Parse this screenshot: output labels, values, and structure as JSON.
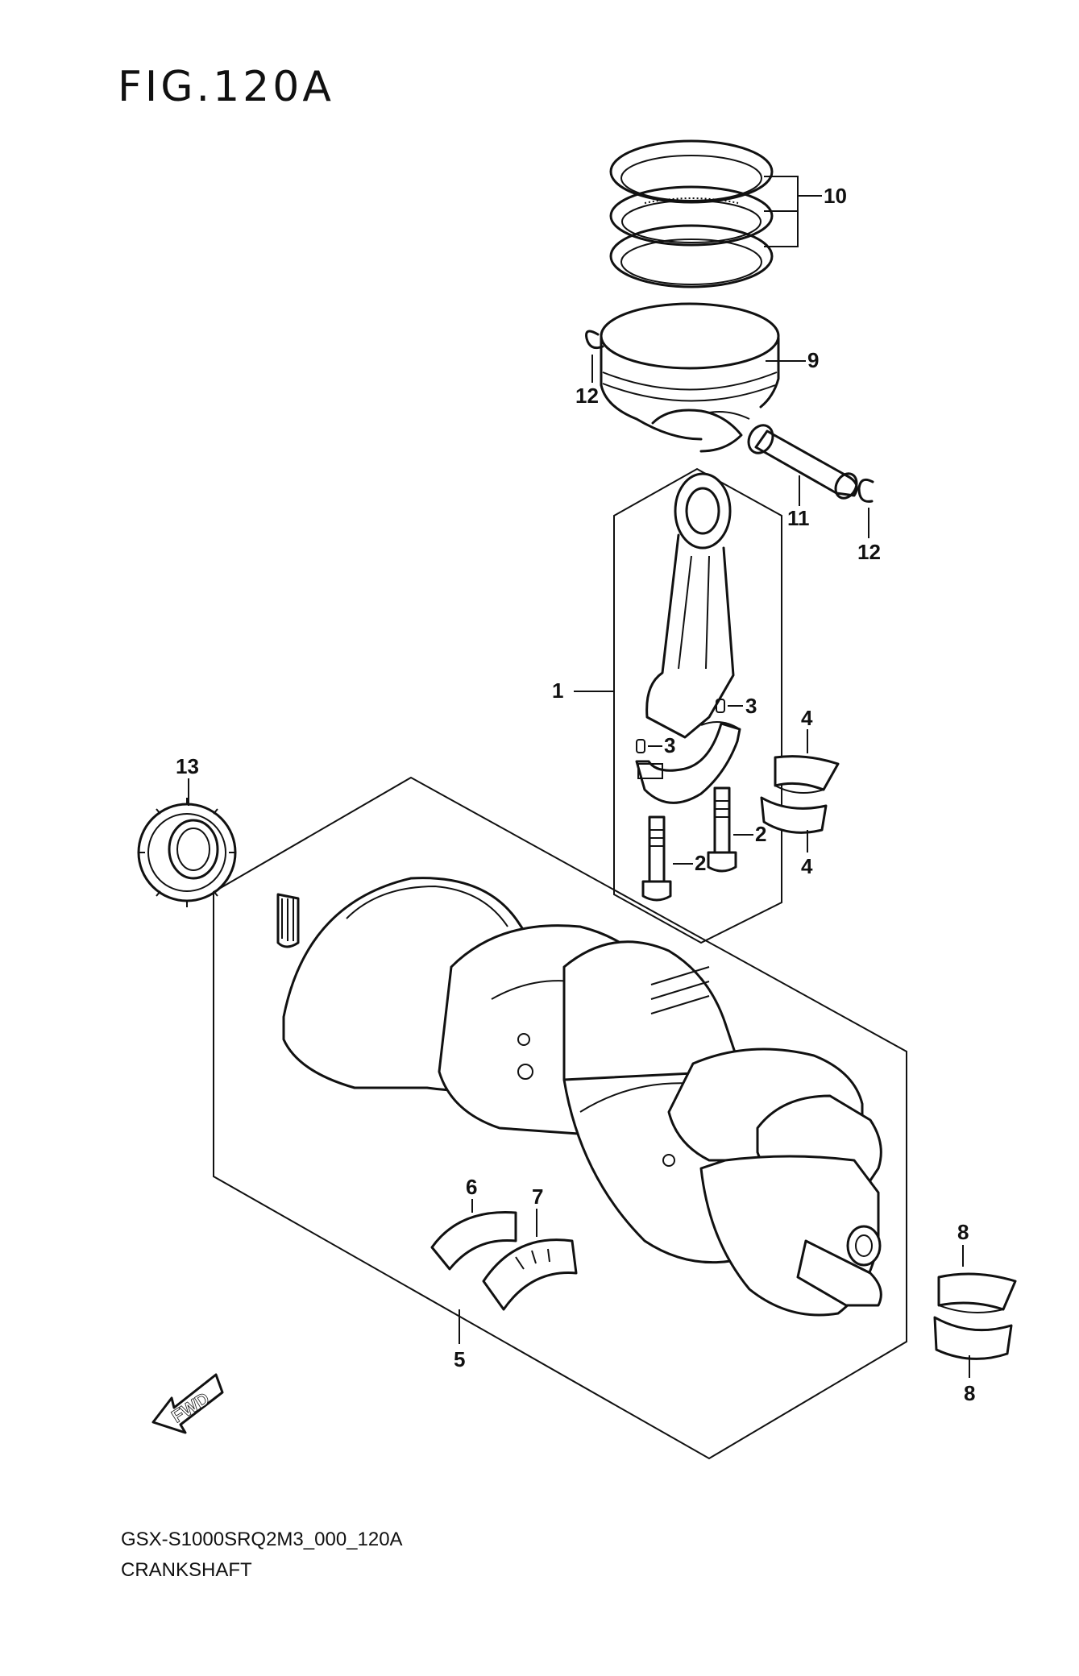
{
  "figure": {
    "title": "FIG.120A",
    "code": "GSX-S1000SRQ2M3_000_120A",
    "name": "CRANKSHAFT",
    "fwd_label": "FWD"
  },
  "callouts": [
    {
      "id": "c10",
      "label": "10"
    },
    {
      "id": "c9",
      "label": "9"
    },
    {
      "id": "c12a",
      "label": "12"
    },
    {
      "id": "c11",
      "label": "11"
    },
    {
      "id": "c12b",
      "label": "12"
    },
    {
      "id": "c1",
      "label": "1"
    },
    {
      "id": "c3a",
      "label": "3"
    },
    {
      "id": "c3b",
      "label": "3"
    },
    {
      "id": "c4a",
      "label": "4"
    },
    {
      "id": "c4b",
      "label": "4"
    },
    {
      "id": "c13",
      "label": "13"
    },
    {
      "id": "c2a",
      "label": "2"
    },
    {
      "id": "c2b",
      "label": "2"
    },
    {
      "id": "c6",
      "label": "6"
    },
    {
      "id": "c7",
      "label": "7"
    },
    {
      "id": "c5",
      "label": "5"
    },
    {
      "id": "c8a",
      "label": "8"
    },
    {
      "id": "c8b",
      "label": "8"
    }
  ]
}
